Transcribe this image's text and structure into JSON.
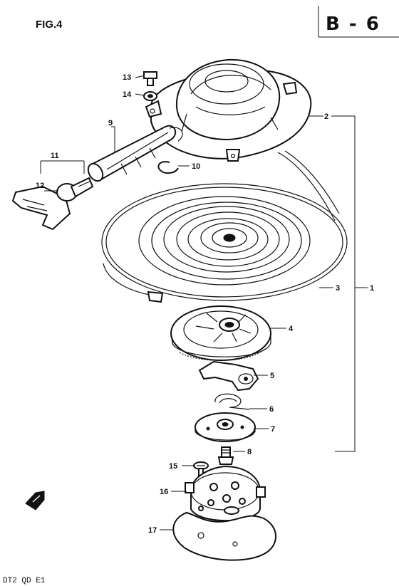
{
  "header": {
    "figure_label": "FIG.4",
    "section_code": "B - 6"
  },
  "footer": {
    "model_code": "DT2 QD E1"
  },
  "callouts": {
    "c1": "1",
    "c2": "2",
    "c3": "3",
    "c4": "4",
    "c5": "5",
    "c6": "6",
    "c7": "7",
    "c8": "8",
    "c9": "9",
    "c10": "10",
    "c11": "11",
    "c12": "12",
    "c13": "13",
    "c14": "14",
    "c15": "15",
    "c16": "16",
    "c17": "17"
  }
}
